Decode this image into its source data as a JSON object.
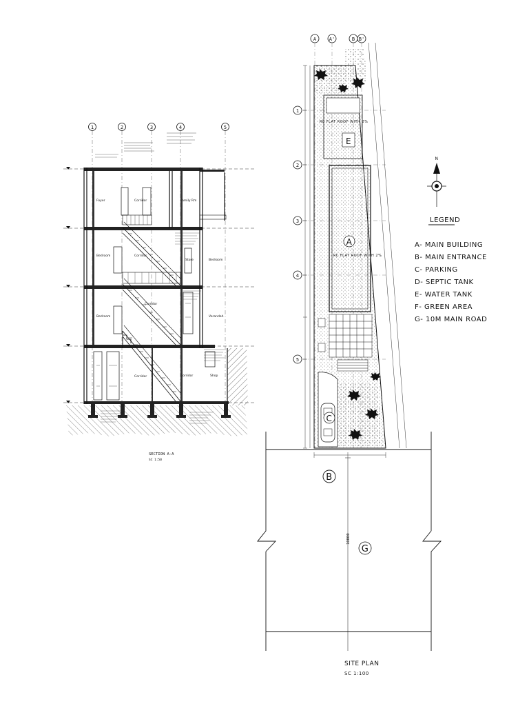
{
  "section": {
    "title": "SECTION A-A",
    "scale": "SC 1:50",
    "grid_labels": [
      "1",
      "2",
      "3",
      "4",
      "5"
    ],
    "room_labels": [
      "Foyer",
      "Corridor",
      "Family Rm",
      "Bedroom",
      "Corridor",
      "Bedroom",
      "Bedroom",
      "Corridor",
      "Verandah",
      "Store",
      "Corridor",
      "Corridor",
      "Shop"
    ]
  },
  "site_plan": {
    "title": "SITE PLAN",
    "scale": "SC 1:100",
    "grid_top": [
      "A",
      "A'",
      "B",
      "B'"
    ],
    "grid_left": [
      "1",
      "2",
      "3",
      "4",
      "5"
    ],
    "zone_labels": {
      "A": "A",
      "B": "B",
      "C": "C",
      "E": "E",
      "G": "G"
    },
    "roof_notes": [
      "RC FLAT ROOF WITH 2%",
      "RC FLAT ROOF WITH 2%"
    ],
    "road_dimension": "10000"
  },
  "legend": {
    "title": "LEGEND",
    "items": [
      "A- MAIN BUILDING",
      "B- MAIN ENTRANCE",
      "C- PARKING",
      "D- SEPTIC TANK",
      "E- WATER TANK",
      "F- GREEN AREA",
      "G- 10M MAIN ROAD"
    ]
  },
  "north_arrow": {
    "label": "N"
  }
}
